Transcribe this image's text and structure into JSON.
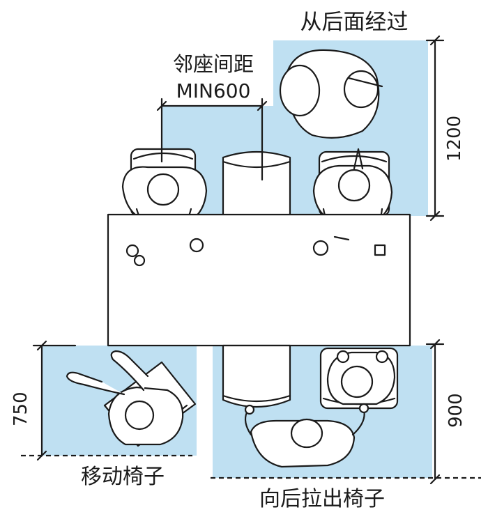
{
  "labels": {
    "pass_behind": "从后面经过",
    "adjacent_spacing": "邻座间距",
    "min_spacing": "MIN600",
    "dim_top": "1200",
    "dim_left": "750",
    "dim_right": "900",
    "move_chair": "移动椅子",
    "pull_chair_back": "向后拉出椅子"
  },
  "colors": {
    "zone_fill": "#bfe0f2",
    "ink": "#1a1a1a",
    "background": "#ffffff"
  }
}
